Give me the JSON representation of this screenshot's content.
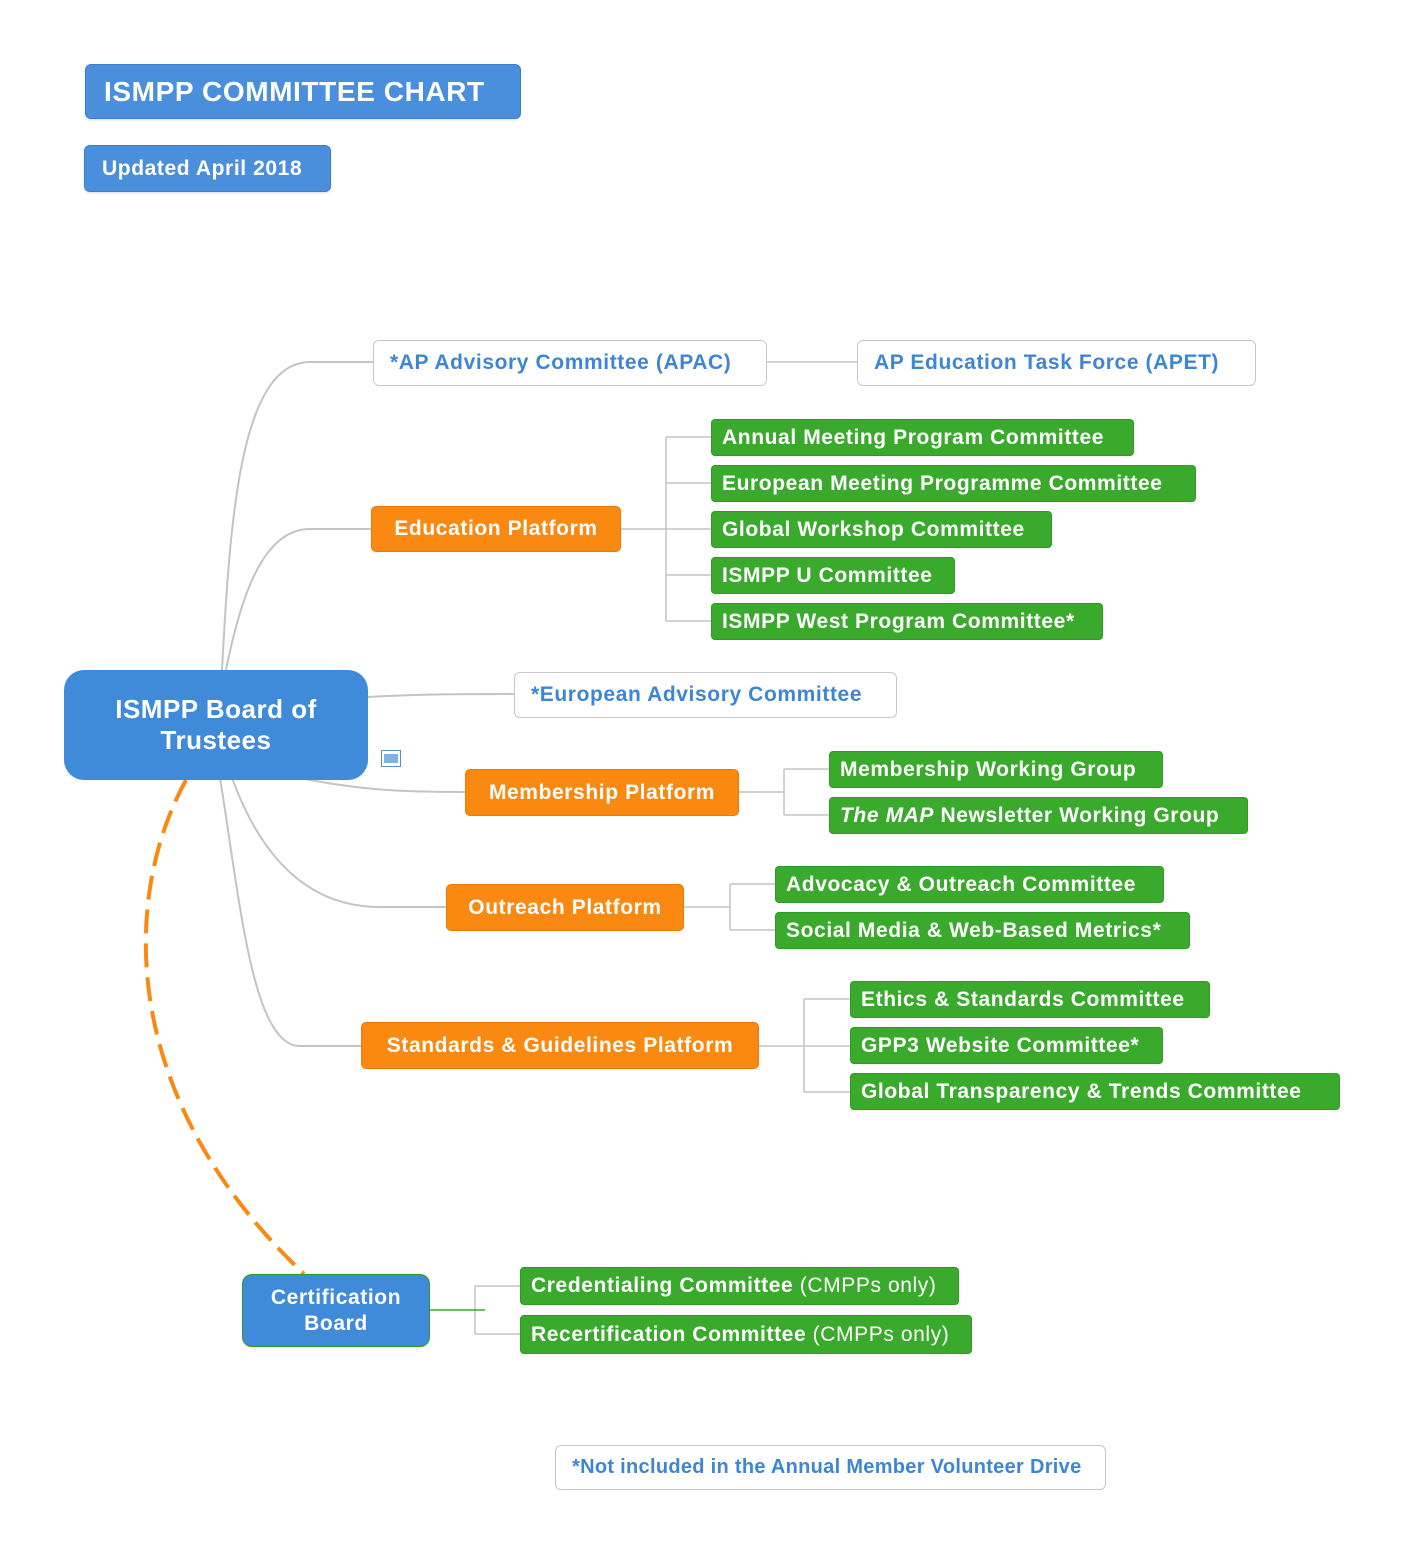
{
  "header": {
    "title": "ISMPP COMMITTEE CHART",
    "updated": "Updated April 2018"
  },
  "root": {
    "line1": "ISMPP Board of",
    "line2": "Trustees"
  },
  "branches": {
    "apac": "*AP Advisory Committee (APAC)",
    "apet": "AP Education Task Force (APET)",
    "education": {
      "label": "Education Platform",
      "children": [
        "Annual Meeting Program Committee",
        "European Meeting Programme Committee",
        "Global Workshop Committee",
        "ISMPP U Committee",
        "ISMPP West Program Committee*"
      ]
    },
    "european_advisory": "*European Advisory Committee",
    "membership": {
      "label": "Membership Platform",
      "children": [
        "Membership Working Group",
        {
          "italic": "The MAP",
          "rest": " Newsletter Working Group"
        }
      ]
    },
    "outreach": {
      "label": "Outreach Platform",
      "children": [
        "Advocacy & Outreach Committee",
        "Social Media & Web-Based Metrics*"
      ]
    },
    "standards": {
      "label": "Standards & Guidelines Platform",
      "children": [
        "Ethics & Standards Committee",
        "GPP3 Website Committee*",
        "Global Transparency & Trends Committee"
      ]
    }
  },
  "certification": {
    "line1": "Certification",
    "line2": "Board",
    "children": [
      {
        "main": "Credentialing Committee",
        "suffix": " (CMPPs only)"
      },
      {
        "main": "Recertification Committee",
        "suffix": " (CMPPs only)"
      }
    ]
  },
  "footnote": "*Not included in the Annual Member Volunteer Drive",
  "colors": {
    "blue": "#3f8ad9",
    "orange": "#f98911",
    "green": "#3aaa2c",
    "outline_text": "#3d86d6",
    "connector": "#c4c4c4"
  }
}
